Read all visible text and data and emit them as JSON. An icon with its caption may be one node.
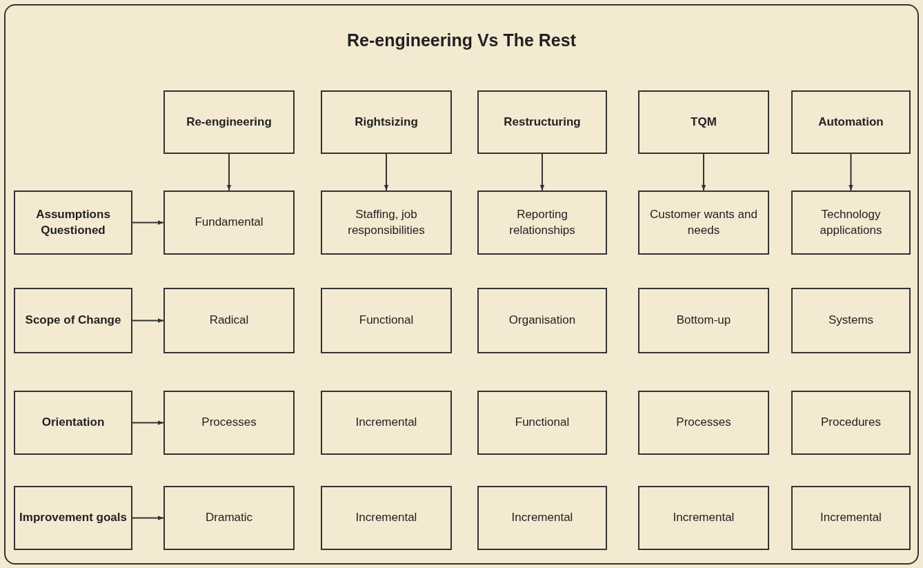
{
  "diagram": {
    "title": "Re-engineering Vs The Rest",
    "nodes": [
      {
        "text": [
          "Re-engineering"
        ]
      },
      {
        "text": [
          "Rightsizing"
        ]
      },
      {
        "text": [
          "Restructuring"
        ]
      },
      {
        "text": [
          "TQM"
        ]
      },
      {
        "text": [
          "Automation"
        ]
      },
      {
        "text": [
          "Assumptions Questioned"
        ]
      },
      {
        "text": [
          "Fundamental"
        ]
      },
      {
        "text": [
          "Staffing, job responsibilities"
        ]
      },
      {
        "text": [
          "Reporting relationships"
        ]
      },
      {
        "text": [
          "Customer wants and needs"
        ]
      },
      {
        "text": [
          "Technology applications"
        ]
      },
      {
        "text": [
          "Scope of Change"
        ]
      },
      {
        "text": [
          "Radical"
        ]
      },
      {
        "text": [
          "Functional"
        ]
      },
      {
        "text": [
          "Organisation"
        ]
      },
      {
        "text": [
          "Bottom-up"
        ]
      },
      {
        "text": [
          "Systems"
        ]
      },
      {
        "text": [
          "Orientation"
        ]
      },
      {
        "text": [
          "Processes"
        ]
      },
      {
        "text": [
          "Incremental"
        ]
      },
      {
        "text": [
          "Functional"
        ]
      },
      {
        "text": [
          "Processes"
        ]
      },
      {
        "text": [
          "Procedures"
        ]
      },
      {
        "text": [
          "Improvement goals"
        ]
      },
      {
        "text": [
          "Dramatic"
        ]
      },
      {
        "text": [
          "Incremental"
        ]
      },
      {
        "text": [
          "Incremental"
        ]
      },
      {
        "text": [
          "Incremental"
        ]
      },
      {
        "text": [
          "Incremental"
        ]
      }
    ],
    "edges": [
      {
        "from": 0,
        "to": 6,
        "arrow": "to"
      },
      {
        "from": 1,
        "to": 7,
        "arrow": "to"
      },
      {
        "from": 2,
        "to": 8,
        "arrow": "to"
      },
      {
        "from": 3,
        "to": 9,
        "arrow": "to"
      },
      {
        "from": 4,
        "to": 10,
        "arrow": "to"
      },
      {
        "from": 5,
        "to": 6,
        "arrow": "to"
      },
      {
        "from": 11,
        "to": 12,
        "arrow": "to"
      },
      {
        "from": 17,
        "to": 18,
        "arrow": "to"
      },
      {
        "from": 23,
        "to": 24,
        "arrow": "to"
      }
    ]
  }
}
